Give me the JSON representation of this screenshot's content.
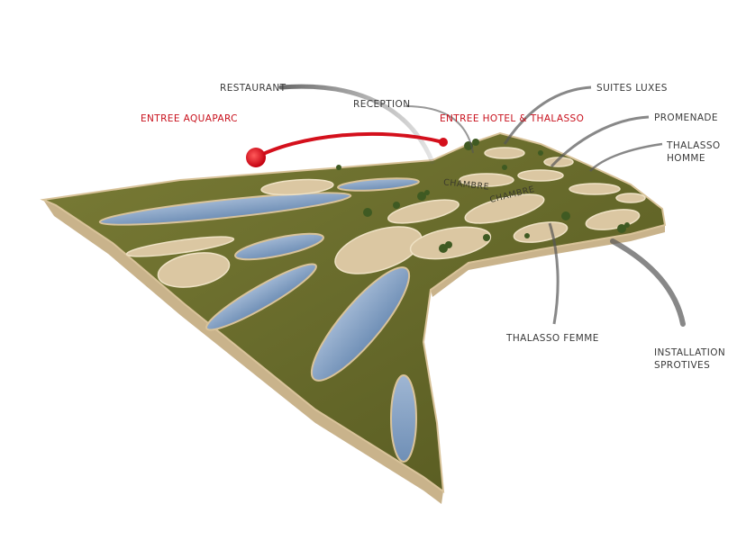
{
  "colors": {
    "terrain": "#6b6e2e",
    "terrain_dark": "#4f5222",
    "edge": "#d9c39a",
    "sand": "#dbc7a2",
    "water": "#8aa7c8",
    "leader": "#4a4a4a",
    "entry_arrow": "#d4101c",
    "red_label": "#c8101c"
  },
  "labels": {
    "restaurant": "RESTAURANT",
    "reception": "RECEPTION",
    "suites_luxes": "SUITES LUXES",
    "promenade": "PROMENADE",
    "thalasso_homme": "THALASSO\nHOMME",
    "thalasso_femme": "THALASSO FEMME",
    "installation_sportives": "INSTALLATION\nSPROTIVES",
    "entree_aquaparc": "ENTREE AQUAPARC",
    "entree_hotel": "ENTREE HOTEL & THALASSO"
  },
  "terrain_labels": {
    "chambre_1": "CHAMBRE",
    "chambre_2": "CHAMBRE"
  }
}
